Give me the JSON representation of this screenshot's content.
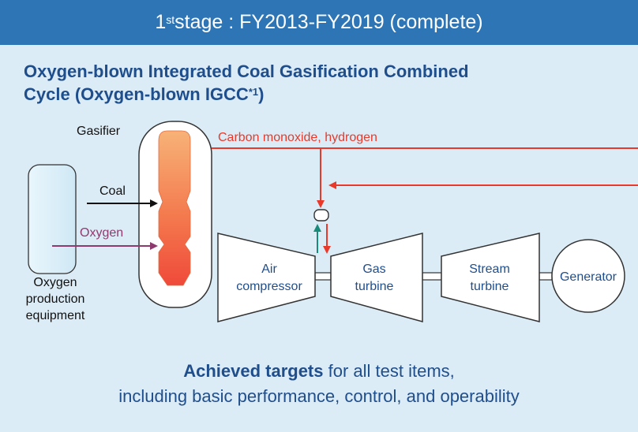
{
  "banner": {
    "stage_prefix": "1",
    "stage_suffix": "st",
    "text": " stage : FY2013-FY2019 (complete)"
  },
  "heading": {
    "line1": "Oxygen-blown Integrated Coal Gasification Combined",
    "line2": "Cycle (Oxygen-blown IGCC",
    "footnote": "*1",
    "line2_end": ")"
  },
  "diagram": {
    "gasifier_label": "Gasifier",
    "coal_label": "Coal",
    "oxygen_label": "Oxygen",
    "oxygen_plant_label": [
      "Oxygen",
      "production",
      "equipment"
    ],
    "syngas_label": "Carbon monoxide, hydrogen",
    "air_compressor_label": [
      "Air",
      "compressor"
    ],
    "gas_turbine_label": [
      "Gas",
      "turbine"
    ],
    "stream_turbine_label": [
      "Stream",
      "turbine"
    ],
    "generator_label": "Generator"
  },
  "summary": {
    "bold": "Achieved targets",
    "rest": " for all test items,",
    "line2": "including basic performance, control, and operability"
  },
  "colors": {
    "banner": "#2e75b6",
    "background": "#dcecf6",
    "heading_text": "#1f4e8c",
    "syngas_line": "#e8392a",
    "oxygen_line": "#8e3a6e",
    "air_arrow": "#1a8a7a"
  }
}
